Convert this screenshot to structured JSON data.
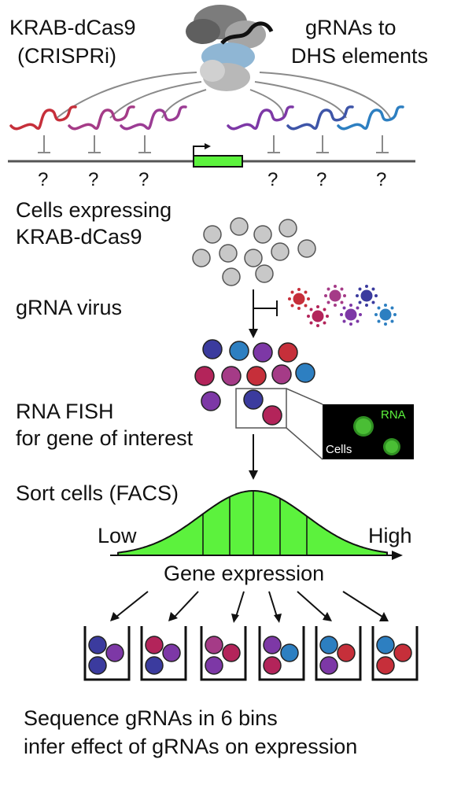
{
  "top": {
    "left_label_line1": "KRAB-dCas9",
    "left_label_line2": "(CRISPRi)",
    "right_label_line1": "gRNAs to",
    "right_label_line2": "DHS elements",
    "question_mark": "?"
  },
  "steps": {
    "cells_line1": "Cells expressing",
    "cells_line2": "KRAB-dCas9",
    "virus": "gRNA virus",
    "fish_line1": "RNA FISH",
    "fish_line2": "for gene of interest",
    "sort": "Sort cells (FACS)"
  },
  "inset": {
    "rna_label": "RNA",
    "cells_label": "Cells"
  },
  "distribution": {
    "low_label": "Low",
    "high_label": "High",
    "axis_label": "Gene expression",
    "bin_count": 6
  },
  "caption": {
    "line1": "Sequence gRNAs in 6 bins",
    "line2": "infer effect of gRNAs on expression"
  },
  "colors": {
    "red": "#c62f3a",
    "magenta": "#a53b87",
    "purple": "#7d38a6",
    "indigo": "#3b3b9e",
    "blue": "#2d7fc1",
    "crimson": "#b3245a",
    "gray_cell": "#c8c8c8",
    "gene_green": "#5cf23d"
  }
}
